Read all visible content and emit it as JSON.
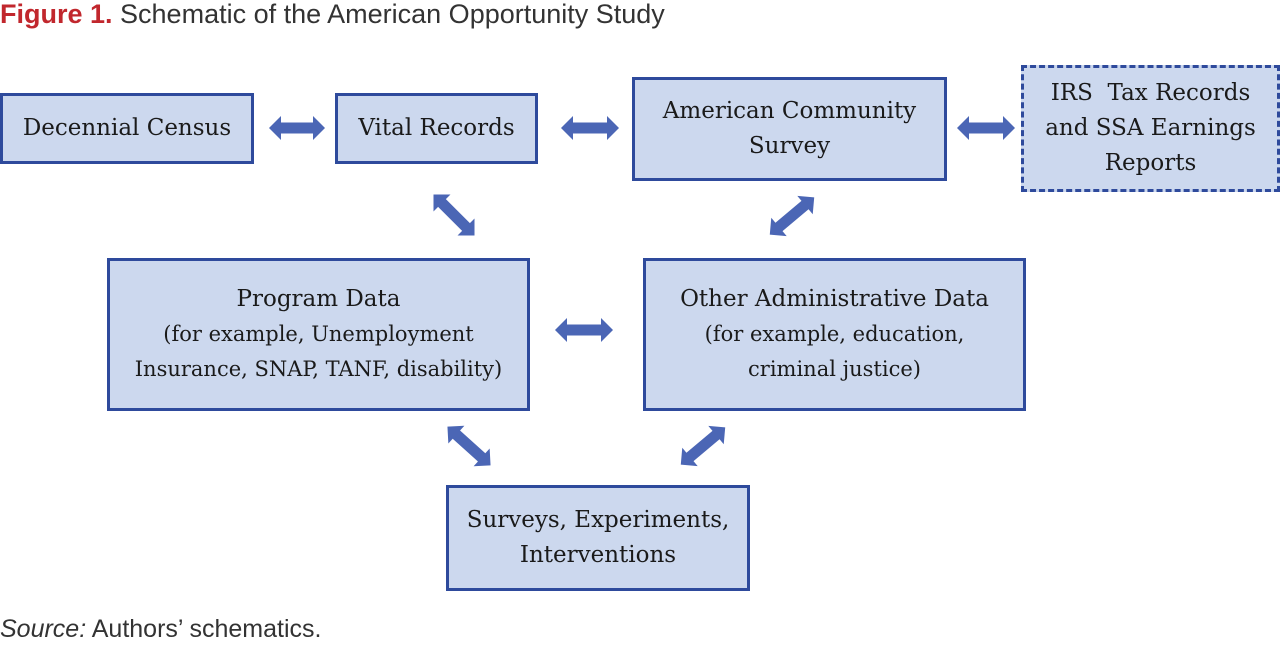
{
  "title": {
    "label": "Figure 1.",
    "text": " Schematic of the American Opportunity Study"
  },
  "nodes": {
    "decennial_census": {
      "lines": [
        "Decennial Census"
      ]
    },
    "vital_records": {
      "lines": [
        "Vital Records"
      ]
    },
    "acs": {
      "lines": [
        "American Community",
        "Survey"
      ]
    },
    "irs_ssa": {
      "lines": [
        "IRS  Tax Records",
        "and SSA Earnings",
        "Reports"
      ]
    },
    "program_data": {
      "title": "Program Data",
      "lines": [
        "(for example, Unemployment",
        "Insurance, SNAP, TANF, disability)"
      ]
    },
    "other_admin": {
      "title": "Other Administrative Data",
      "lines": [
        "(for example, education,",
        "criminal justice)"
      ]
    },
    "surveys": {
      "lines": [
        "Surveys, Experiments,",
        "Interventions"
      ]
    }
  },
  "edges": [
    {
      "from": "Decennial Census",
      "to": "Vital Records"
    },
    {
      "from": "Vital Records",
      "to": "American Community Survey"
    },
    {
      "from": "American Community Survey",
      "to": "IRS Tax Records and SSA Earnings Reports"
    },
    {
      "from": "Vital Records",
      "to": "Program Data"
    },
    {
      "from": "American Community Survey",
      "to": "Other Administrative Data"
    },
    {
      "from": "Program Data",
      "to": "Other Administrative Data"
    },
    {
      "from": "Program Data",
      "to": "Surveys, Experiments, Interventions"
    },
    {
      "from": "Other Administrative Data",
      "to": "Surveys, Experiments, Interventions"
    }
  ],
  "colors": {
    "box_fill": "#ccd8ee",
    "box_border": "#2e4a9c",
    "arrow": "#4b66b5",
    "title_label": "#c1272d"
  },
  "source": {
    "label": "Source:",
    "text": " Authors’ schematics."
  }
}
